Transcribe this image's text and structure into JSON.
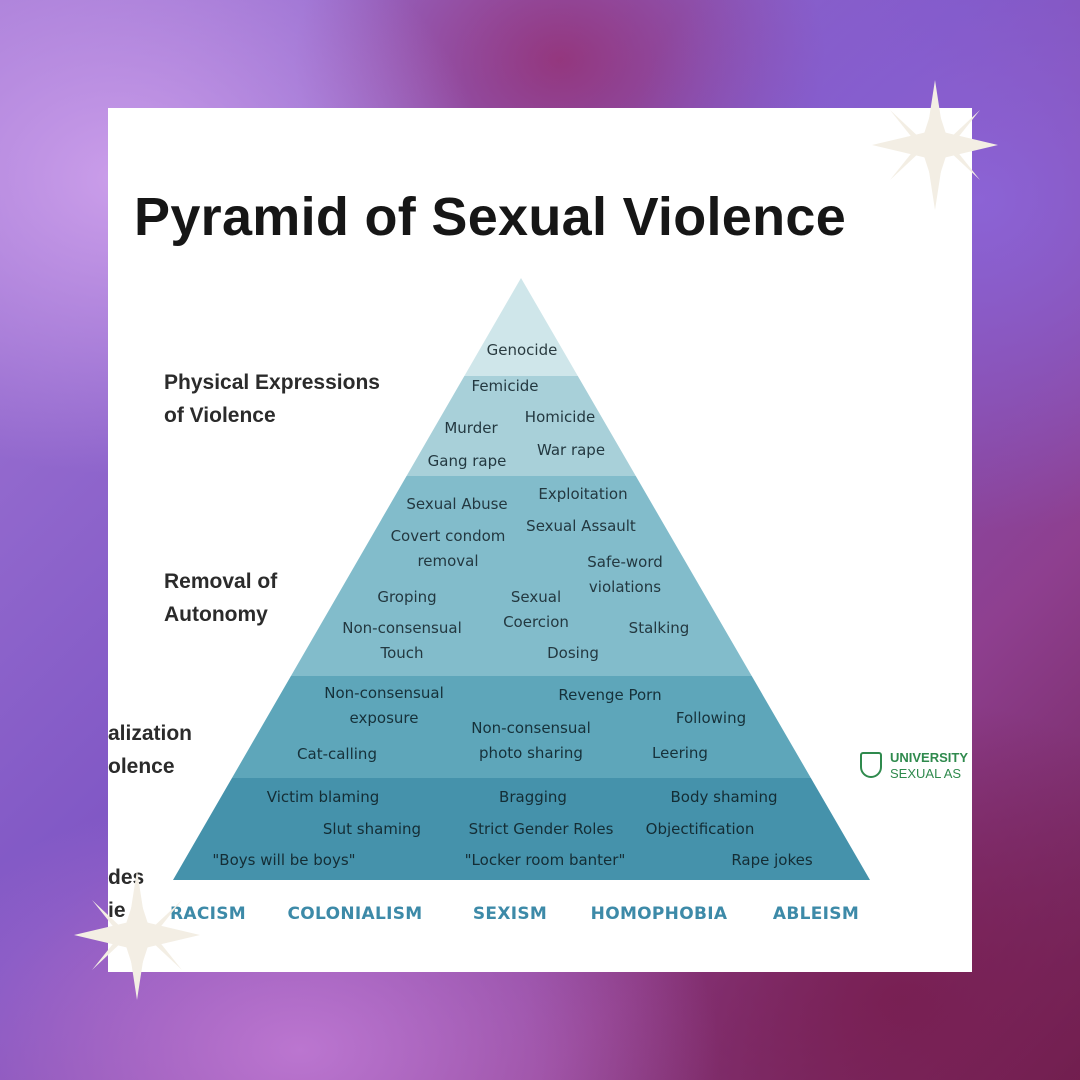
{
  "title": "Pyramid of Sexual Violence",
  "side_labels": {
    "physical": [
      "Physical Expressions",
      "of Violence"
    ],
    "autonomy": [
      "Removal of",
      "Autonomy"
    ],
    "verbal": [
      "alization",
      "olence"
    ],
    "attitudes": [
      "des",
      "ie"
    ]
  },
  "pyramid_levels": [
    {
      "level": "top",
      "color": "#cfe6ea"
    },
    {
      "level": "physical",
      "color": "#a8d0d9"
    },
    {
      "level": "autonomy",
      "color": "#82bccb"
    },
    {
      "level": "verbal",
      "color": "#5ea6ba"
    },
    {
      "level": "attitudes",
      "color": "#4592ab"
    }
  ],
  "label_colors": {
    "top": "#2a3b40",
    "mid": "#233840",
    "low": "#16313a"
  },
  "items": {
    "genocide": "Genocide",
    "femicide": "Femicide",
    "murder": "Murder",
    "homicide": "Homicide",
    "gang_rape": "Gang rape",
    "war_rape": "War rape",
    "sexual_abuse": "Sexual Abuse",
    "exploitation": "Exploitation",
    "covert_condom_1": "Covert condom",
    "covert_condom_2": "removal",
    "sexual_assault": "Sexual Assault",
    "safe_word_1": "Safe-word",
    "safe_word_2": "violations",
    "groping": "Groping",
    "sexual_coercion_1": "Sexual",
    "sexual_coercion_2": "Coercion",
    "non_consensual_touch_1": "Non-consensual",
    "non_consensual_touch_2": "Touch",
    "stalking": "Stalking",
    "dosing": "Dosing",
    "nc_exposure_1": "Non-consensual",
    "nc_exposure_2": "exposure",
    "revenge_porn": "Revenge Porn",
    "following": "Following",
    "nc_photo_1": "Non-consensual",
    "nc_photo_2": "photo sharing",
    "cat_calling": "Cat-calling",
    "leering": "Leering",
    "victim_blaming": "Victim blaming",
    "bragging": "Bragging",
    "body_shaming": "Body shaming",
    "slut_shaming": "Slut shaming",
    "strict_gender_roles": "Strict Gender Roles",
    "objectification": "Objectification",
    "boys_will_be_boys": "\"Boys will be boys\"",
    "locker_room_banter": "\"Locker room banter\"",
    "rape_jokes": "Rape jokes"
  },
  "base": [
    "RACISM",
    "COLONIALISM",
    "SEXISM",
    "HOMOPHOBIA",
    "ABLEISM"
  ],
  "logo": {
    "line1": "UNIVERSITY",
    "line2": "SEXUAL AS"
  },
  "colors": {
    "base_text": "#3d8aa8",
    "logo": "#2f8a4d"
  }
}
